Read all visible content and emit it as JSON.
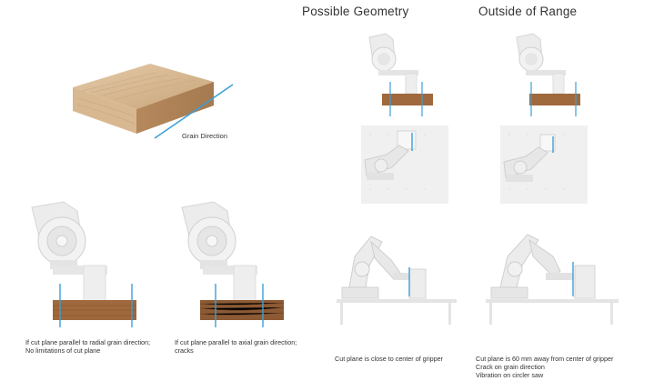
{
  "headings": {
    "possible": "Possible Geometry",
    "outside": "Outside of Range"
  },
  "wood_block": {
    "label": "Grain Direction"
  },
  "captions": {
    "radial": [
      "If cut plane parallel to radial grain direction;",
      "No limitations of cut plane"
    ],
    "axial": [
      "If cut plane parallel to axial grain direction;",
      "cracks"
    ],
    "close": [
      "Cut plane is close to center of gripper"
    ],
    "far": [
      "Cut plane is 60 mm away from center of gripper",
      "Crack on grain direction",
      "Vibration on circler saw"
    ]
  },
  "colors": {
    "cut_line": "#3a9fd8",
    "wood_light": "#c9a57a",
    "wood_dark": "#8a5a32",
    "robot": "#ececec",
    "robot_shadow": "#cfcfcf",
    "table": "#e8e8e8"
  }
}
